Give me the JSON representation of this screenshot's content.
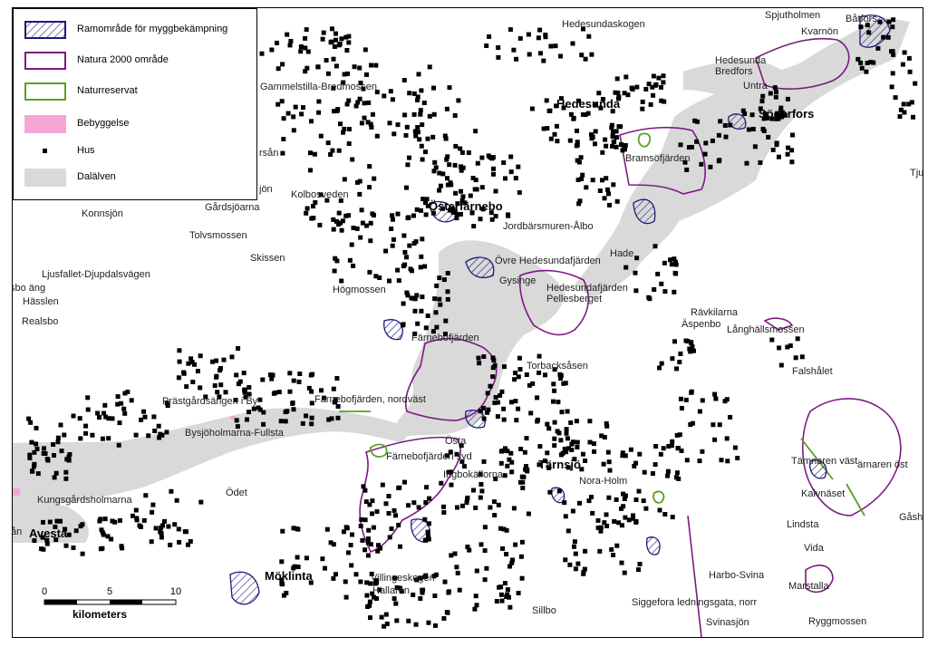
{
  "legend": {
    "items": [
      {
        "key": "ramomrade",
        "label": "Ramområde för myggbekämpning"
      },
      {
        "key": "natura",
        "label": "Natura 2000 område"
      },
      {
        "key": "reserv",
        "label": "Naturreservat"
      },
      {
        "key": "bebyggelse",
        "label": "Bebyggelse"
      },
      {
        "key": "hus",
        "label": "Hus"
      },
      {
        "key": "dalalven",
        "label": "Dalälven"
      }
    ]
  },
  "colors": {
    "ramomrade": "#1a1a7a",
    "natura": "#7b1a82",
    "reserv": "#5aa01e",
    "bebyggelse": "#f4a6d7",
    "hus": "#000000",
    "dalalven": "#d9d9d9"
  },
  "scale": {
    "ticks": [
      "0",
      "5",
      "10"
    ],
    "unit": "kilometers"
  },
  "places": {
    "spjutholmen": "Spjutholmen",
    "batfors": "Båtfors",
    "kvarnon": "Kvarnön",
    "hedesundaskogen": "Hedesundaskogen",
    "hedesunda_bredfors": "Hedesunda\nBredfors",
    "untra": "Untra",
    "hedesunda": "Hedesunda",
    "soderfors": "Söderfors",
    "tju": "Tju",
    "gammelstilla": "Gammelstilla-Bredmossen",
    "rsan": "rsån",
    "jon": "jön",
    "bramsofjarden": "Bramsöfjärden",
    "kolbosveden": "Kolbosveden",
    "osterfarnebo": "Österfärnebo",
    "gardsjoarna": "Gårdsjöarna",
    "konnsjon": "Konnsjön",
    "jordbarsmuren": "Jordbärsmuren-Ålbo",
    "tolvsmossen": "Tolvsmossen",
    "hade": "Hade",
    "skissen": "Skissen",
    "ovre_hedesundafjarden": "Övre Hedesundafjärden",
    "ljusfallet": "Ljusfallet-Djupdalsvägen",
    "gysinge": "Gysinge",
    "sbo_ang": "sbo äng",
    "hogmossen": "Högmossen",
    "hedesundafjarden_pellesberget": "Hedesundafjärden\nPellesberget",
    "hasslen": "Hässlen",
    "ravkilarna": "Rävkilarna",
    "aspenbo": "Äspenbo",
    "realsbo": "Realsbo",
    "langhallsmossen": "Långhällsmossen",
    "farnebofjarden": "Färnebofjärden",
    "torbacksasen": "Torbacksåsen",
    "falshalet": "Falshålet",
    "prastgardsangen": "Prästgårdsängen i By",
    "farnebofjarden_nordvast": "Färnebofjärden, nordväst",
    "bysjoholmarna": "Bysjöholmarna-Fullsta",
    "osta": "Östa",
    "farnebofjarden_syd": "Färnebofjärden syd",
    "tarnsjo": "Tärnsjö",
    "tamnaren_vast": "Tämnaren väst",
    "tamnaren_ost": "ärnaren öst",
    "ingbokallorna": "Ingbokällorna",
    "nora_holm": "Nora-Holm",
    "kungsgardsholmarna": "Kungsgårdsholmarna",
    "odet": "Ödet",
    "kalvnaset": "Kalvnäset",
    "gash": "Gåsh",
    "avesta": "Avesta",
    "an": "ån",
    "lindsta": "Lindsta",
    "vida": "Vida",
    "moklinta": "Möklinta",
    "villingeskogen": "Villingeskogen",
    "harbo_svina": "Harbo-Svina",
    "marstalla": "Marstalla",
    "hallaren": "Hallaren",
    "siggefora": "Siggefora ledningsgata, norr",
    "sillbo": "Sillbo",
    "svinasjon": "Svinasjön",
    "ryggmossen": "Ryggmossen"
  }
}
